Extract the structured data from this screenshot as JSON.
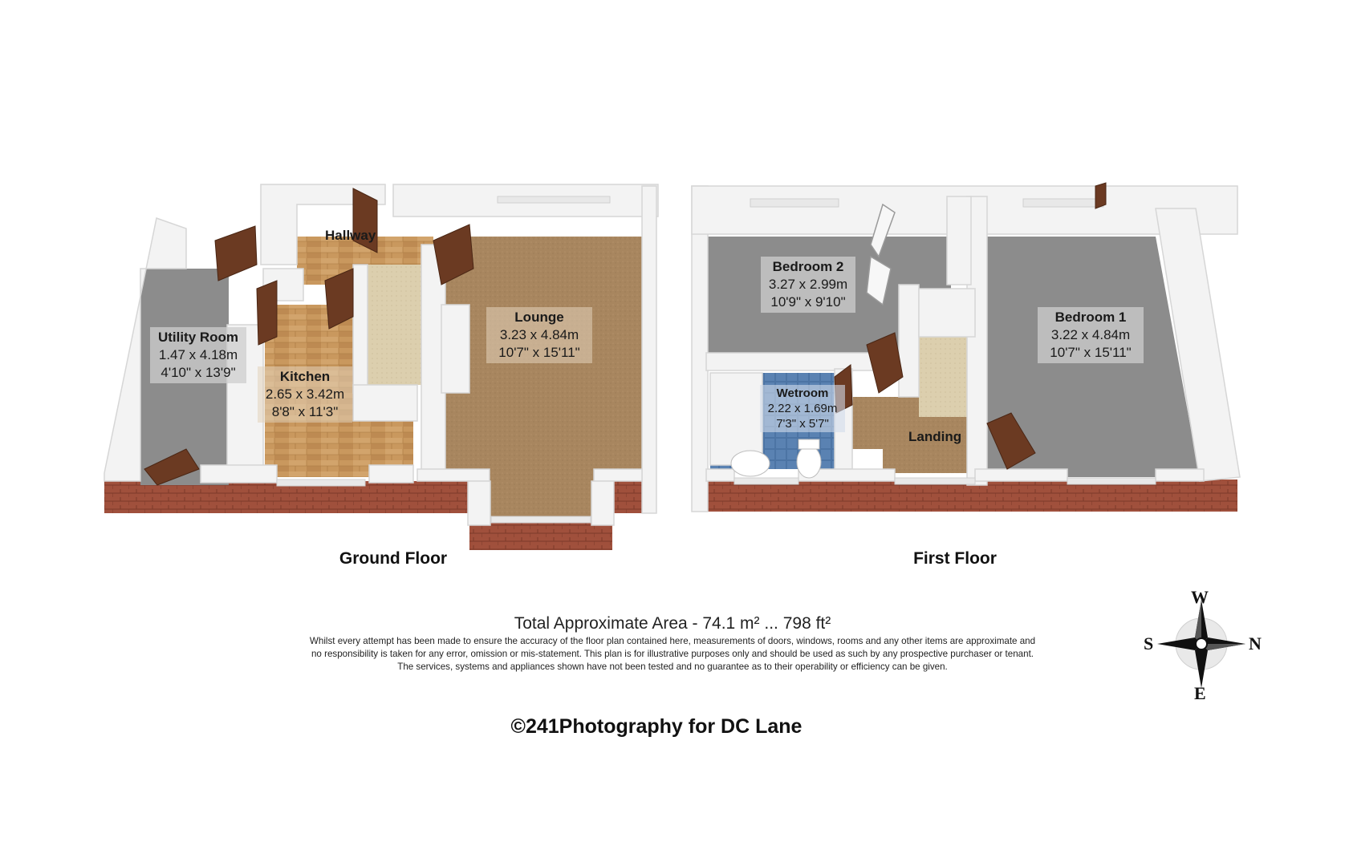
{
  "floors": {
    "ground": {
      "caption": "Ground Floor",
      "rooms": [
        {
          "name": "Hallway",
          "dims_m": "",
          "dims_ft": ""
        },
        {
          "name": "Utility Room",
          "dims_m": "1.47 x 4.18m",
          "dims_ft": "4'10\" x 13'9\""
        },
        {
          "name": "Kitchen",
          "dims_m": "2.65 x 3.42m",
          "dims_ft": "8'8\" x 11'3\""
        },
        {
          "name": "Lounge",
          "dims_m": "3.23 x 4.84m",
          "dims_ft": "10'7\" x 15'11\""
        }
      ]
    },
    "first": {
      "caption": "First Floor",
      "rooms": [
        {
          "name": "Bedroom 2",
          "dims_m": "3.27 x 2.99m",
          "dims_ft": "10'9\" x 9'10\""
        },
        {
          "name": "Bedroom 1",
          "dims_m": "3.22 x 4.84m",
          "dims_ft": "10'7\" x 15'11\""
        },
        {
          "name": "Wetroom",
          "dims_m": "2.22 x 1.69m",
          "dims_ft": "7'3\" x 5'7\""
        },
        {
          "name": "Landing",
          "dims_m": "",
          "dims_ft": ""
        }
      ]
    }
  },
  "total_area": "Total Approximate Area - 74.1 m² ... 798 ft²",
  "disclaimer": [
    "Whilst every attempt has been made to ensure the accuracy of the floor plan contained here, measurements of doors, windows, rooms and any other items are approximate and",
    "no responsibility is taken for any error, omission or mis-statement.  This plan is for illustrative purposes only and should be used as such by any prospective purchaser or tenant.",
    "The services, systems and appliances shown have not been tested and no guarantee as to their operability or efficiency can be given."
  ],
  "copyright": "©241Photography for DC Lane",
  "compass": {
    "top": "W",
    "left": "S",
    "right": "N",
    "bottom": "E"
  },
  "colors": {
    "wall": "#f4f4f4",
    "wall_edge": "#d9d9d9",
    "brick": "#9a4a38",
    "carpet_brown": "#a88660",
    "wood_floor": "#c99a62",
    "grey_floor": "#8c8c8c",
    "tile_blue": "#4f77a8",
    "door": "#6b3a22"
  }
}
